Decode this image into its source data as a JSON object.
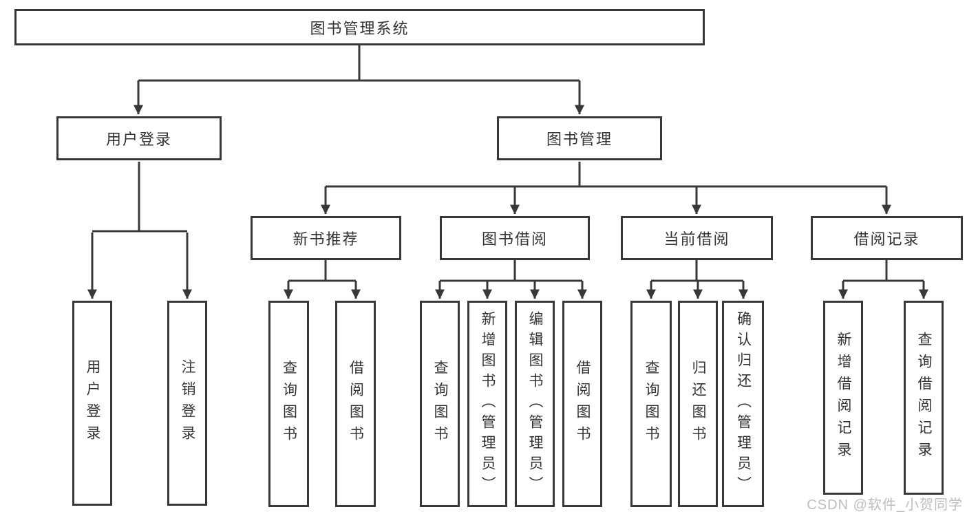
{
  "tree": {
    "root": "图书管理系统",
    "branches": [
      {
        "label": "用户登录",
        "children": [
          {
            "label": "用户登录"
          },
          {
            "label": "注销登录"
          }
        ]
      },
      {
        "label": "图书管理",
        "children": [
          {
            "label": "新书推荐",
            "children": [
              {
                "label": "查询图书"
              },
              {
                "label": "借阅图书"
              }
            ]
          },
          {
            "label": "图书借阅",
            "children": [
              {
                "label": "查询图书"
              },
              {
                "label": "新增图书（管理员）"
              },
              {
                "label": "编辑图书（管理员）"
              },
              {
                "label": "借阅图书"
              }
            ]
          },
          {
            "label": "当前借阅",
            "children": [
              {
                "label": "查询图书"
              },
              {
                "label": "归还图书"
              },
              {
                "label": "确认归还（管理员）"
              }
            ]
          },
          {
            "label": "借阅记录",
            "children": [
              {
                "label": "新增借阅记录"
              },
              {
                "label": "查询借阅记录"
              }
            ]
          }
        ]
      }
    ]
  },
  "watermark": {
    "text": "CSDN @软件_小贺同学"
  },
  "colors": {
    "line": "#383838",
    "text": "#333333",
    "watermark": "#bdbdbd",
    "background": "#ffffff"
  }
}
